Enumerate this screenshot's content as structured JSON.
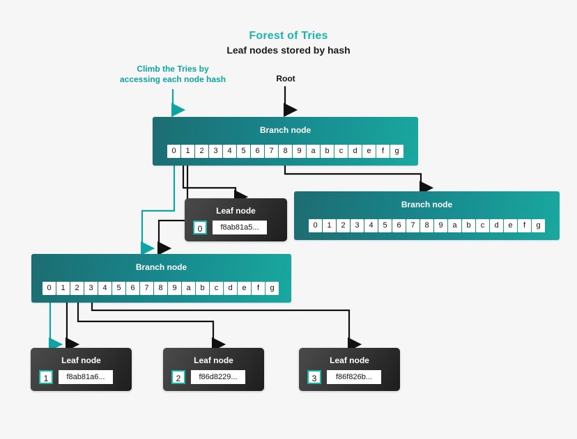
{
  "header": {
    "title": "Forest of Tries",
    "subtitle": "Leaf nodes stored by hash",
    "title_color": "#1bb5ae"
  },
  "annotations": [
    {
      "id": "climb",
      "text": "Climb the Tries by\naccessing each node hash",
      "color": "#0fa3a3"
    },
    {
      "id": "root",
      "text": "Root",
      "color": "#111111"
    }
  ],
  "node_labels": {
    "branch": "Branch node",
    "leaf": "Leaf node"
  },
  "cell_keys": [
    "0",
    "1",
    "2",
    "3",
    "4",
    "5",
    "6",
    "7",
    "8",
    "9",
    "a",
    "b",
    "c",
    "d",
    "e",
    "f",
    "g"
  ],
  "branch_nodes": [
    {
      "id": "root-branch",
      "label": "Branch node"
    },
    {
      "id": "right-branch",
      "label": "Branch node"
    },
    {
      "id": "left-branch",
      "label": "Branch node"
    }
  ],
  "leaf_nodes": [
    {
      "id": "leaf-0",
      "label": "Leaf node",
      "index": "0",
      "hash": "f8ab81a5..."
    },
    {
      "id": "leaf-1",
      "label": "Leaf node",
      "index": "1",
      "hash": "f8ab81a6..."
    },
    {
      "id": "leaf-2",
      "label": "Leaf node",
      "index": "2",
      "hash": "f86d8229..."
    },
    {
      "id": "leaf-3",
      "label": "Leaf node",
      "index": "3",
      "hash": "f86f826b..."
    }
  ],
  "colors": {
    "background": "#f6f6f6",
    "teal_accent": "#16b5ae",
    "teal_wire": "#0fa3a3",
    "black_wire": "#111111",
    "branch_gradient_from": "#1c6d72",
    "branch_gradient_to": "#19a8a0",
    "leaf_gradient_from": "#4a4a4a",
    "leaf_gradient_to": "#1d1d1d"
  }
}
